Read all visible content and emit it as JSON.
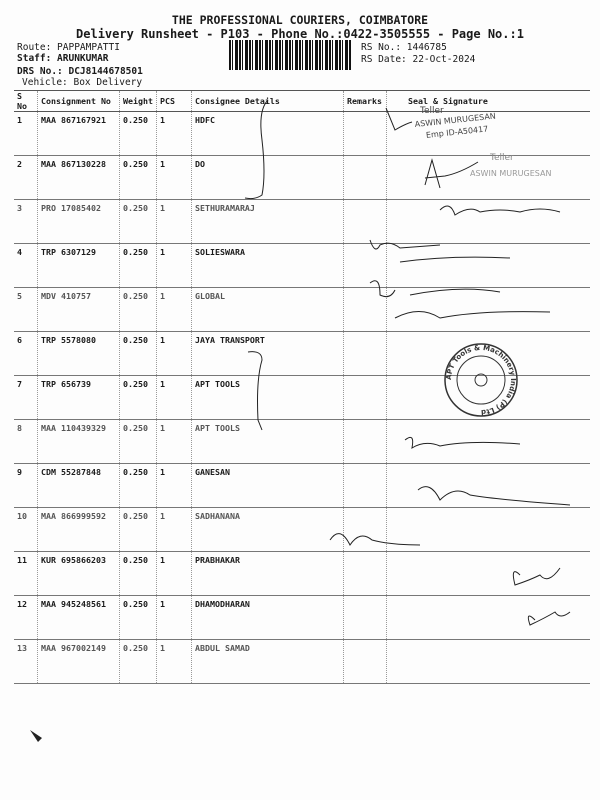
{
  "header": {
    "company": "THE PROFESSIONAL COURIERS, COIMBATORE",
    "subtitle": "Delivery Runsheet - P103 - Phone No.:0422-3505555 - Page No.:1"
  },
  "meta": {
    "route": "Route: PAPPAMPATTI",
    "staff": "Staff: ARUNKUMAR",
    "drs": "DRS No.: DCJ8144678501",
    "vehicle": "Vehicle: Box Delivery",
    "rs_no": "RS No.: 1446785",
    "rs_date": "RS Date: 22-Oct-2024"
  },
  "table": {
    "columns": [
      "S No",
      "Consignment No",
      "Weight",
      "PCS",
      "Consignee Details",
      "Remarks",
      "Seal & Signature"
    ],
    "rows": [
      {
        "sno": "1",
        "cn": "MAA 867167921",
        "weight": "0.250",
        "pcs": "1",
        "consignee": "HDFC"
      },
      {
        "sno": "2",
        "cn": "MAA 867130228",
        "weight": "0.250",
        "pcs": "1",
        "consignee": "DO"
      },
      {
        "sno": "3",
        "cn": "PRO 17085402",
        "weight": "0.250",
        "pcs": "1",
        "consignee": "SETHURAMARAJ"
      },
      {
        "sno": "4",
        "cn": "TRP 6307129",
        "weight": "0.250",
        "pcs": "1",
        "consignee": "SOLIESWARA"
      },
      {
        "sno": "5",
        "cn": "MDV 410757",
        "weight": "0.250",
        "pcs": "1",
        "consignee": "GLOBAL"
      },
      {
        "sno": "6",
        "cn": "TRP 5578080",
        "weight": "0.250",
        "pcs": "1",
        "consignee": "JAYA TRANSPORT"
      },
      {
        "sno": "7",
        "cn": "TRP 656739",
        "weight": "0.250",
        "pcs": "1",
        "consignee": "APT TOOLS"
      },
      {
        "sno": "8",
        "cn": "MAA 110439329",
        "weight": "0.250",
        "pcs": "1",
        "consignee": "APT TOOLS"
      },
      {
        "sno": "9",
        "cn": "CDM 55287848",
        "weight": "0.250",
        "pcs": "1",
        "consignee": "GANESAN"
      },
      {
        "sno": "10",
        "cn": "MAA 866999592",
        "weight": "0.250",
        "pcs": "1",
        "consignee": "SADHANANA"
      },
      {
        "sno": "11",
        "cn": "KUR 695866203",
        "weight": "0.250",
        "pcs": "1",
        "consignee": "PRABHAKAR"
      },
      {
        "sno": "12",
        "cn": "MAA 945248561",
        "weight": "0.250",
        "pcs": "1",
        "consignee": "DHAMODHARAN"
      },
      {
        "sno": "13",
        "cn": "MAA 967002149",
        "weight": "0.250",
        "pcs": "1",
        "consignee": "ABDUL SAMAD"
      }
    ]
  },
  "stamps": {
    "teller": "Teller",
    "name": "ASWIN MURUGESAN",
    "emp": "Emp ID-A50417",
    "company_seal": "APT Tools & Machinery India (P) Ltd"
  }
}
